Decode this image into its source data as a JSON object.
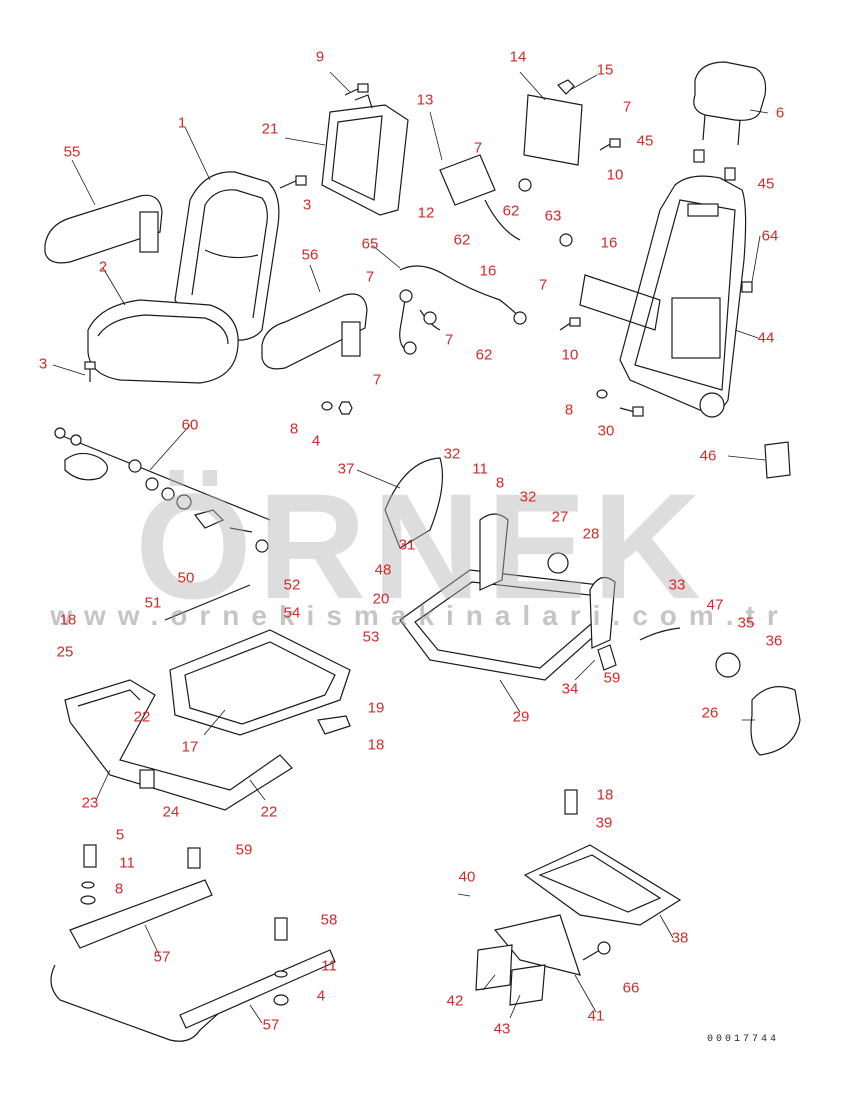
{
  "watermark": {
    "logo_text": "ÖRNEK",
    "url_text": "www.ornekismakinalari.com.tr"
  },
  "document_id": "00017744",
  "callouts": [
    {
      "id": "c9",
      "text": "9"
    },
    {
      "id": "c14",
      "text": "14"
    },
    {
      "id": "c15",
      "text": "15"
    },
    {
      "id": "c6",
      "text": "6"
    },
    {
      "id": "c13",
      "text": "13"
    },
    {
      "id": "c7a",
      "text": "7"
    },
    {
      "id": "c1",
      "text": "1"
    },
    {
      "id": "c21",
      "text": "21"
    },
    {
      "id": "c45a",
      "text": "45"
    },
    {
      "id": "c45b",
      "text": "45"
    },
    {
      "id": "c7b",
      "text": "7"
    },
    {
      "id": "c10a",
      "text": "10"
    },
    {
      "id": "c55",
      "text": "55"
    },
    {
      "id": "c3a",
      "text": "3"
    },
    {
      "id": "c12",
      "text": "12"
    },
    {
      "id": "c62a",
      "text": "62"
    },
    {
      "id": "c63",
      "text": "63"
    },
    {
      "id": "c16a",
      "text": "16"
    },
    {
      "id": "c62b",
      "text": "62"
    },
    {
      "id": "c64",
      "text": "64"
    },
    {
      "id": "c65",
      "text": "65"
    },
    {
      "id": "c16b",
      "text": "16"
    },
    {
      "id": "c2",
      "text": "2"
    },
    {
      "id": "c56",
      "text": "56"
    },
    {
      "id": "c7c",
      "text": "7"
    },
    {
      "id": "c7d",
      "text": "7"
    },
    {
      "id": "c44",
      "text": "44"
    },
    {
      "id": "c7e",
      "text": "7"
    },
    {
      "id": "c62c",
      "text": "62"
    },
    {
      "id": "c10b",
      "text": "10"
    },
    {
      "id": "c3b",
      "text": "3"
    },
    {
      "id": "c7f",
      "text": "7"
    },
    {
      "id": "c8a",
      "text": "8"
    },
    {
      "id": "c8b",
      "text": "8"
    },
    {
      "id": "c30",
      "text": "30"
    },
    {
      "id": "c4a",
      "text": "4"
    },
    {
      "id": "c60",
      "text": "60"
    },
    {
      "id": "c46",
      "text": "46"
    },
    {
      "id": "c32a",
      "text": "32"
    },
    {
      "id": "c37",
      "text": "37"
    },
    {
      "id": "c11a",
      "text": "11"
    },
    {
      "id": "c8c",
      "text": "8"
    },
    {
      "id": "c32b",
      "text": "32"
    },
    {
      "id": "c27",
      "text": "27"
    },
    {
      "id": "c31",
      "text": "31"
    },
    {
      "id": "c28",
      "text": "28"
    },
    {
      "id": "c48",
      "text": "48"
    },
    {
      "id": "c50",
      "text": "50"
    },
    {
      "id": "c52",
      "text": "52"
    },
    {
      "id": "c33",
      "text": "33"
    },
    {
      "id": "c20",
      "text": "20"
    },
    {
      "id": "c51",
      "text": "51"
    },
    {
      "id": "c54",
      "text": "54"
    },
    {
      "id": "c47",
      "text": "47"
    },
    {
      "id": "c35",
      "text": "35"
    },
    {
      "id": "c36",
      "text": "36"
    },
    {
      "id": "c18a",
      "text": "18"
    },
    {
      "id": "c53",
      "text": "53"
    },
    {
      "id": "c25",
      "text": "25"
    },
    {
      "id": "c59a",
      "text": "59"
    },
    {
      "id": "c34",
      "text": "34"
    },
    {
      "id": "c19",
      "text": "19"
    },
    {
      "id": "c22a",
      "text": "22"
    },
    {
      "id": "c29",
      "text": "29"
    },
    {
      "id": "c26",
      "text": "26"
    },
    {
      "id": "c17",
      "text": "17"
    },
    {
      "id": "c18b",
      "text": "18"
    },
    {
      "id": "c23",
      "text": "23"
    },
    {
      "id": "c24",
      "text": "24"
    },
    {
      "id": "c22b",
      "text": "22"
    },
    {
      "id": "c18c",
      "text": "18"
    },
    {
      "id": "c5",
      "text": "5"
    },
    {
      "id": "c39",
      "text": "39"
    },
    {
      "id": "c59b",
      "text": "59"
    },
    {
      "id": "c11b",
      "text": "11"
    },
    {
      "id": "c8d",
      "text": "8"
    },
    {
      "id": "c40",
      "text": "40"
    },
    {
      "id": "c57a",
      "text": "57"
    },
    {
      "id": "c58",
      "text": "58"
    },
    {
      "id": "c38",
      "text": "38"
    },
    {
      "id": "c11c",
      "text": "11"
    },
    {
      "id": "c66",
      "text": "66"
    },
    {
      "id": "c4b",
      "text": "4"
    },
    {
      "id": "c42",
      "text": "42"
    },
    {
      "id": "c57b",
      "text": "57"
    },
    {
      "id": "c43",
      "text": "43"
    },
    {
      "id": "c41",
      "text": "41"
    }
  ],
  "colors": {
    "callout": "#d42a2a",
    "linework": "#1a1a1a",
    "watermark": "#b4b4b4"
  }
}
